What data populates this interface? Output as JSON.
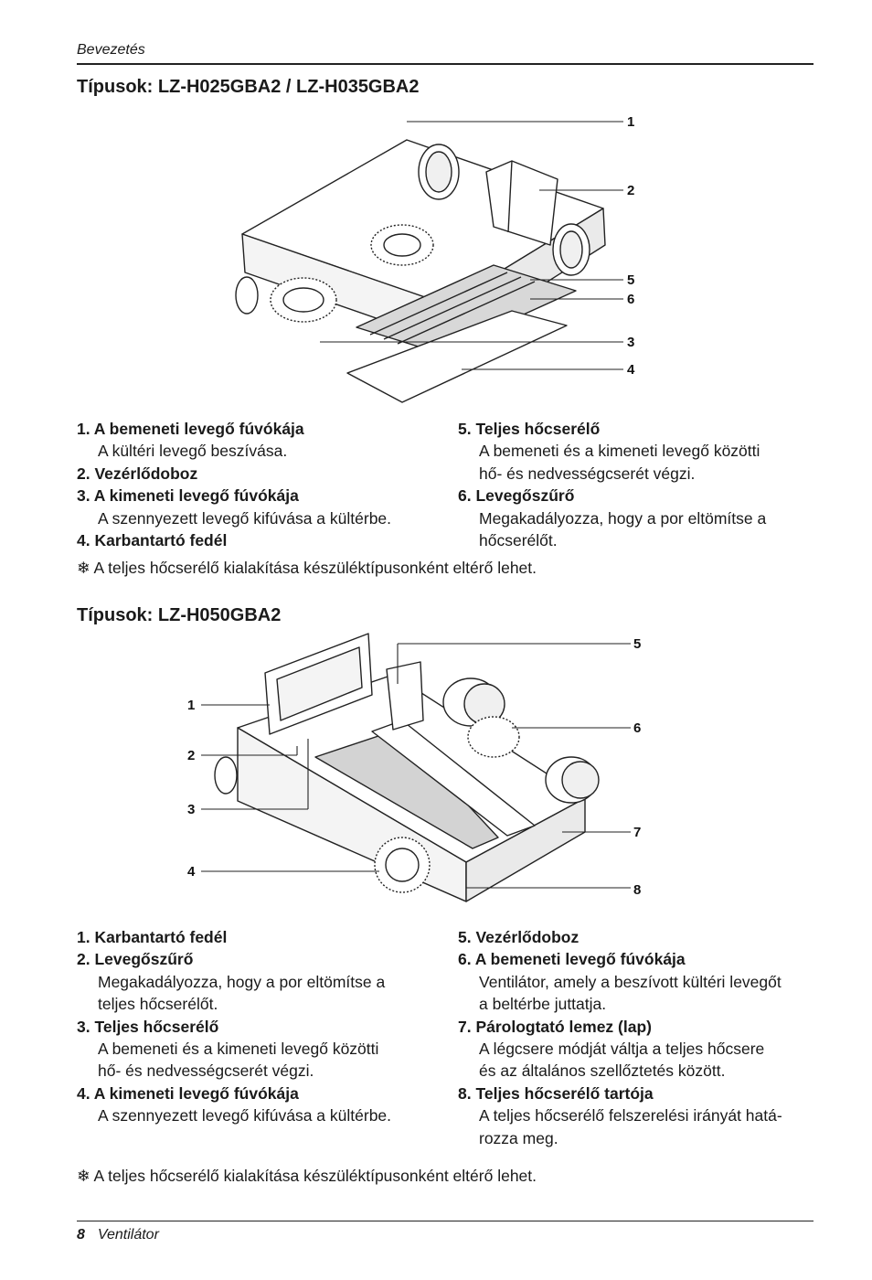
{
  "header": {
    "section": "Bevezetés"
  },
  "section1": {
    "title": "Típusok: LZ-H025GBA2 / LZ-H035GBA2",
    "callouts": [
      "1",
      "2",
      "5",
      "6",
      "3",
      "4"
    ],
    "left_items": [
      {
        "head": "1. A bemeneti levegő fúvókája",
        "desc": [
          "A kültéri levegő beszívása."
        ]
      },
      {
        "head": "2. Vezérlődoboz",
        "desc": []
      },
      {
        "head": "3. A kimeneti levegő fúvókája",
        "desc": [
          "A szennyezett levegő kifúvása a kültérbe."
        ]
      },
      {
        "head": "4. Karbantartó fedél",
        "desc": []
      }
    ],
    "right_items": [
      {
        "head": "5. Teljes hőcserélő",
        "desc": [
          "A bemeneti és a kimeneti levegő közötti",
          "hő- és nedvességcserét végzi."
        ]
      },
      {
        "head": "6. Levegőszűrő",
        "desc": [
          "Megakadályozza, hogy a por eltömítse a",
          "hőcserélőt."
        ]
      }
    ],
    "note": "❄ A teljes hőcserélő kialakítása készüléktípusonként eltérő lehet."
  },
  "section2": {
    "title": "Típusok: LZ-H050GBA2",
    "callouts_left": [
      "1",
      "2",
      "3",
      "4"
    ],
    "callouts_right": [
      "5",
      "6",
      "7",
      "8"
    ],
    "left_items": [
      {
        "head": "1. Karbantartó fedél",
        "desc": []
      },
      {
        "head": "2. Levegőszűrő",
        "desc": [
          "Megakadályozza, hogy a por eltömítse a",
          "teljes hőcserélőt."
        ]
      },
      {
        "head": "3. Teljes hőcserélő",
        "desc": [
          "A bemeneti és a kimeneti levegő közötti",
          "hő- és nedvességcserét végzi."
        ]
      },
      {
        "head": "4. A kimeneti levegő fúvókája",
        "desc": [
          "A szennyezett levegő kifúvása a kültérbe."
        ]
      }
    ],
    "right_items": [
      {
        "head": "5. Vezérlődoboz",
        "desc": []
      },
      {
        "head": "6. A bemeneti levegő fúvókája",
        "desc": [
          "Ventilátor, amely a beszívott kültéri levegőt",
          "a beltérbe juttatja."
        ]
      },
      {
        "head": "7. Párologtató lemez (lap)",
        "desc": [
          "A légcsere módját váltja a teljes hőcsere",
          "és az általános szellőztetés között."
        ]
      },
      {
        "head": "8. Teljes hőcserélő tartója",
        "desc": [
          "A teljes hőcserélő felszerelési irányát hatá-",
          "rozza meg."
        ]
      }
    ],
    "note": "❄ A teljes hőcserélő kialakítása készüléktípusonként eltérő lehet."
  },
  "footer": {
    "page": "8",
    "title": "Ventilátor"
  }
}
